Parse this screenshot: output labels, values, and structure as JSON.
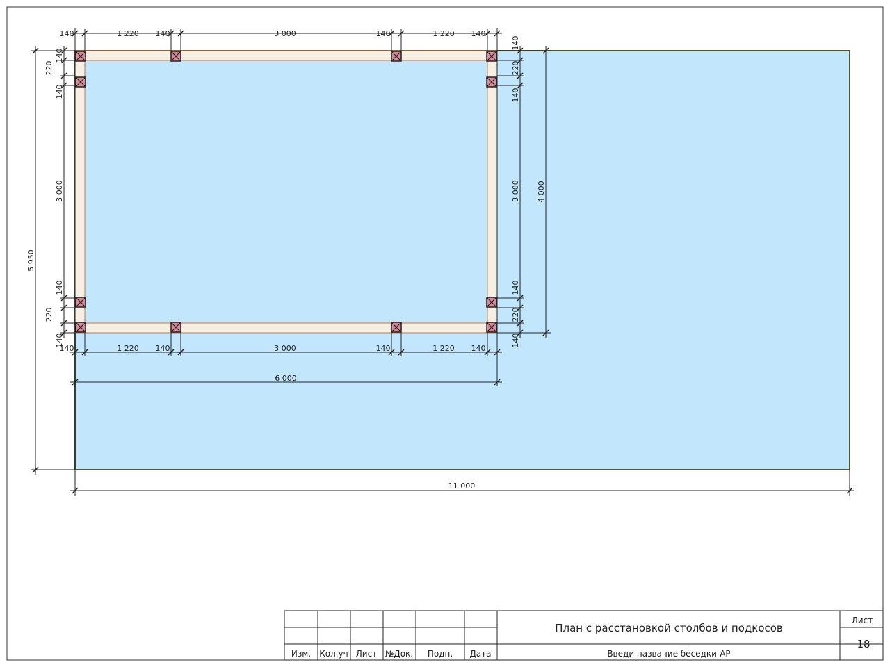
{
  "drawing": {
    "top_dims": [
      "140",
      "1 220",
      "140",
      "3 000",
      "140",
      "1 220",
      "140"
    ],
    "bottom_dims": [
      "140",
      "1 220",
      "140",
      "3 000",
      "140",
      "1 220",
      "140"
    ],
    "left_dims": [
      "140",
      "220",
      "140",
      "3 000",
      "140",
      "220",
      "140"
    ],
    "right_dims": [
      "140",
      "220",
      "140",
      "3 000",
      "140",
      "220",
      "140"
    ],
    "width_gazebo": "6 000",
    "depth_gazebo": "4 000",
    "width_plot": "11 000",
    "depth_plot": "5 950",
    "colors": {
      "plot_fill": "#c2e6fc",
      "post_fill": "#d98a99",
      "beam_stroke": "#c9753d"
    }
  },
  "title_block": {
    "headers": [
      "Изм.",
      "Кол.уч",
      "Лист",
      "№Док.",
      "Подп.",
      "Дата"
    ],
    "title": "План с расстановкой столбов и подкосов",
    "project": "Введи название беседки-АР",
    "sheet_label": "Лист",
    "sheet_number": "18"
  }
}
